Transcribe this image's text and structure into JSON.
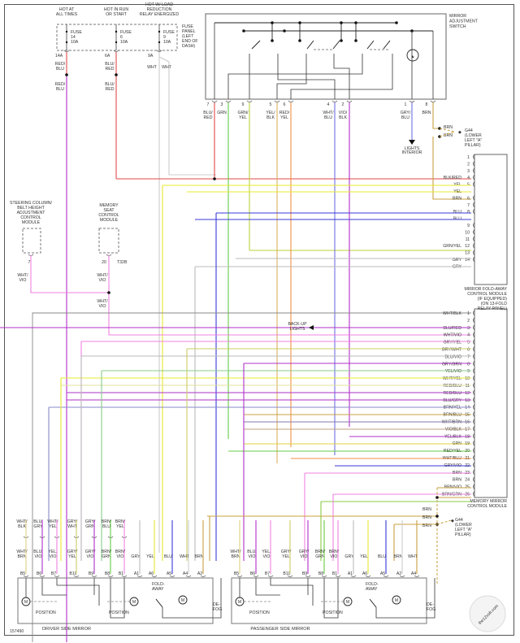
{
  "diagram_id": "157490",
  "watermark": "the12volt.com",
  "colors": {
    "RED": "#e04a4a",
    "BLU": "#3a3ad8",
    "GRN": "#66cc44",
    "YEL": "#e8e830",
    "BRN": "#c8a040",
    "VIO": "#b030c8",
    "PNK": "#f080e0",
    "GRY": "#bbbbbb",
    "WHT": "#cccccc",
    "ORG": "#f09040",
    "BLK": "#222222",
    "LTBLU": "#7070e0"
  },
  "fuses": {
    "panel_label": [
      "FUSE",
      "PANEL",
      "(LEFT",
      "END OF",
      "DASH)"
    ],
    "items": [
      {
        "header": [
          "HOT AT",
          "ALL TIMES"
        ],
        "label": [
          "FUSE",
          "14",
          "10A"
        ],
        "terminal": "14A",
        "wire": [
          "RED/",
          "BLU"
        ]
      },
      {
        "header": [
          "HOT IN RUN",
          "OR START"
        ],
        "label": [
          "FUSE",
          "6",
          "10A"
        ],
        "terminal": "6A",
        "wire": [
          "BLU/",
          "RED"
        ]
      },
      {
        "header": [
          "HOT W/ LOAD",
          "REDUCTION",
          "RELAY ENERGIZED"
        ],
        "label": [
          "FUSE",
          "9",
          "10A"
        ],
        "terminal": "9A",
        "wire": [
          "WHT"
        ],
        "wire2": [
          "WHT"
        ]
      }
    ],
    "second_wire_labels": [
      [
        "RED/",
        "BLU"
      ],
      [
        "BLU/",
        "RED"
      ]
    ]
  },
  "switch": {
    "title": [
      "MIRROR",
      "ADJUSTMENT",
      "SWITCH"
    ],
    "pins": [
      {
        "num": "7",
        "wire": [
          "BLU/",
          "RED"
        ]
      },
      {
        "num": "3",
        "wire": [
          "GRN"
        ]
      },
      {
        "num": "9",
        "wire": [
          "GRN/",
          "YEL"
        ]
      },
      {
        "num": "5",
        "wire": [
          "YEL/",
          "BLK"
        ]
      },
      {
        "num": "6",
        "wire": [
          "RED/",
          "YEL"
        ]
      },
      {
        "num": "4",
        "wire": [
          "WHT/",
          "BLU"
        ]
      },
      {
        "num": "2",
        "wire": [
          "VIO/",
          "BLK"
        ]
      },
      {
        "num": "1",
        "wire": [
          "GRY/",
          "BLU"
        ]
      },
      {
        "num": "8",
        "wire": [
          "BRN"
        ]
      }
    ],
    "lights_label": [
      "LIGHTS",
      "INTERIOR"
    ]
  },
  "ground_a": {
    "wires": [
      "BRN",
      "BRN"
    ],
    "label": [
      "G44",
      "(LOWER",
      "LEFT \"A\"",
      "PILLAR)"
    ]
  },
  "steering_module": {
    "title": [
      "STEERING COLUMN/",
      "BELT HEIGHT",
      "ADJUSTMENT",
      "CONTROL",
      "MODULE"
    ],
    "pin": "7",
    "wire": [
      "WHT/",
      "VIO"
    ]
  },
  "memory_seat_module": {
    "title": [
      "MEMORY",
      "SEAT",
      "CONTROL",
      "MODULE"
    ],
    "pin": "20",
    "connector": "T32B",
    "wire": [
      "WHT/",
      "VIO"
    ],
    "wire_below": [
      "WHT/",
      "VIO"
    ]
  },
  "foldaway_module": {
    "title": [
      "MIRROR FOLD-AWAY",
      "CONTROL MODULE",
      "(IF EQUIPPED)",
      "(ON 13-FOLD",
      "RELAY PANEL)"
    ],
    "pins": [
      {
        "num": "1",
        "wire": ""
      },
      {
        "num": "2",
        "wire": ""
      },
      {
        "num": "3",
        "wire": ""
      },
      {
        "num": "4",
        "wire": "BLK/RED"
      },
      {
        "num": "5",
        "wire": "YEL"
      },
      {
        "num": "",
        "wire": "YEL"
      },
      {
        "num": "6",
        "wire": "BRN"
      },
      {
        "num": "7",
        "wire": ""
      },
      {
        "num": "8",
        "wire": "BLU"
      },
      {
        "num": "",
        "wire": "BLU"
      },
      {
        "num": "9",
        "wire": ""
      },
      {
        "num": "10",
        "wire": ""
      },
      {
        "num": "11",
        "wire": ""
      },
      {
        "num": "12",
        "wire": "GRN/YEL"
      },
      {
        "num": "13",
        "wire": ""
      },
      {
        "num": "14",
        "wire": "GRY"
      },
      {
        "num": "",
        "wire": "GRY"
      }
    ]
  },
  "backup_lights": [
    "BACK-UP",
    "LIGHTS"
  ],
  "memory_mirror_module": {
    "title": [
      "MEMORY MIRROR",
      "CONTROL MODULE"
    ],
    "pins": [
      {
        "num": "1",
        "wire": "WHT/BLK"
      },
      {
        "num": "2",
        "wire": ""
      },
      {
        "num": "3",
        "wire": "BLU/RED"
      },
      {
        "num": "4",
        "wire": "WHT/VIO"
      },
      {
        "num": "5",
        "wire": "GRY/YEL"
      },
      {
        "num": "6",
        "wire": "GRY/WHT"
      },
      {
        "num": "7",
        "wire": "BLU/VIO"
      },
      {
        "num": "8",
        "wire": "GRY/GRN"
      },
      {
        "num": "9",
        "wire": "YEL/VIO"
      },
      {
        "num": "10",
        "wire": "WHT/YEL"
      },
      {
        "num": "11",
        "wire": "RED/BLU"
      },
      {
        "num": "12",
        "wire": "RED/BLU"
      },
      {
        "num": "13",
        "wire": "BLU/GRY"
      },
      {
        "num": "14",
        "wire": "BRN/YEL"
      },
      {
        "num": "15",
        "wire": "BRN/BLU"
      },
      {
        "num": "16",
        "wire": "WHT/BRN"
      },
      {
        "num": "17",
        "wire": "VIO/BLK"
      },
      {
        "num": "18",
        "wire": "YEL/BLK"
      },
      {
        "num": "19",
        "wire": "GRN"
      },
      {
        "num": "20",
        "wire": "RED/YEL"
      },
      {
        "num": "21",
        "wire": "WHT/BLU"
      },
      {
        "num": "22",
        "wire": "GRY/VIO"
      },
      {
        "num": "23",
        "wire": "BRN"
      },
      {
        "num": "24",
        "wire": "BRN"
      },
      {
        "num": "25",
        "wire": "BRN/VIO"
      },
      {
        "num": "26",
        "wire": "BRN/GRN"
      }
    ]
  },
  "ground_b": {
    "wires": [
      "BRN",
      "BRN",
      "BRN"
    ],
    "label": [
      "G44",
      "(LOWER",
      "LEFT \"A\"",
      "PILLAR)"
    ]
  },
  "driver_mirror": {
    "title": "DRIVER SIDE MIRROR",
    "upper_wires": [
      [
        "WHT/",
        "BLK"
      ],
      [
        "BLU/",
        "GRY"
      ],
      [
        "WHT/",
        "YEL"
      ],
      [
        "GRY/",
        "WHT"
      ],
      [
        "GRY/",
        "GRN"
      ],
      [
        "BRN/",
        "BLU"
      ],
      [
        "BRN/",
        "YEL"
      ]
    ],
    "lower_wires": [
      [
        "WHT/",
        "BRN"
      ],
      [
        "BLU/",
        "VIO"
      ],
      [
        "YEL/",
        "VIO"
      ],
      [
        "GRY/",
        "YEL"
      ],
      [
        "GRY/",
        "VIO"
      ],
      [
        "BRN/",
        "GRN"
      ],
      [
        "BRN/",
        "VIO"
      ],
      [
        "GRY"
      ],
      [
        "YEL"
      ],
      [
        "BLU"
      ],
      [
        "WHT"
      ],
      [
        "BRN"
      ]
    ],
    "pins": [
      "B5",
      "B6",
      "B7",
      "B10",
      "B9",
      "B8",
      "B1",
      "A1",
      "A6",
      "A5",
      "A4",
      "A2"
    ],
    "labels": {
      "position1": "POSITION",
      "position2": "POSITION",
      "foldaway": [
        "FOLD-",
        "AWAY"
      ],
      "defog": [
        "DE-",
        "FOG"
      ],
      "motor": "M"
    }
  },
  "passenger_mirror": {
    "title": "PASSENGER SIDE MIRROR",
    "lower_wires": [
      [
        "WHT/",
        "BRN"
      ],
      [
        "BLU/",
        "VIO"
      ],
      [
        "YEL/",
        "VIO"
      ],
      [
        "GRY/",
        "YEL"
      ],
      [
        "GRY/",
        "VIO"
      ],
      [
        "BRN/",
        "GRN"
      ],
      [
        "BRN/",
        "VIO"
      ],
      [
        "GRY"
      ],
      [
        "YEL"
      ],
      [
        "BLU"
      ],
      [
        "BRN"
      ],
      [
        "WHT"
      ]
    ],
    "pins": [
      "B5",
      "B6",
      "B7",
      "B10",
      "B9",
      "B8",
      "B1",
      "A1",
      "A6",
      "A5",
      "A2",
      "A4"
    ],
    "labels": {
      "position1": "POSITION",
      "position2": "POSITION",
      "foldaway": [
        "FOLD-",
        "AWAY"
      ],
      "defog": [
        "DE-",
        "FOG"
      ],
      "motor": "M"
    }
  }
}
